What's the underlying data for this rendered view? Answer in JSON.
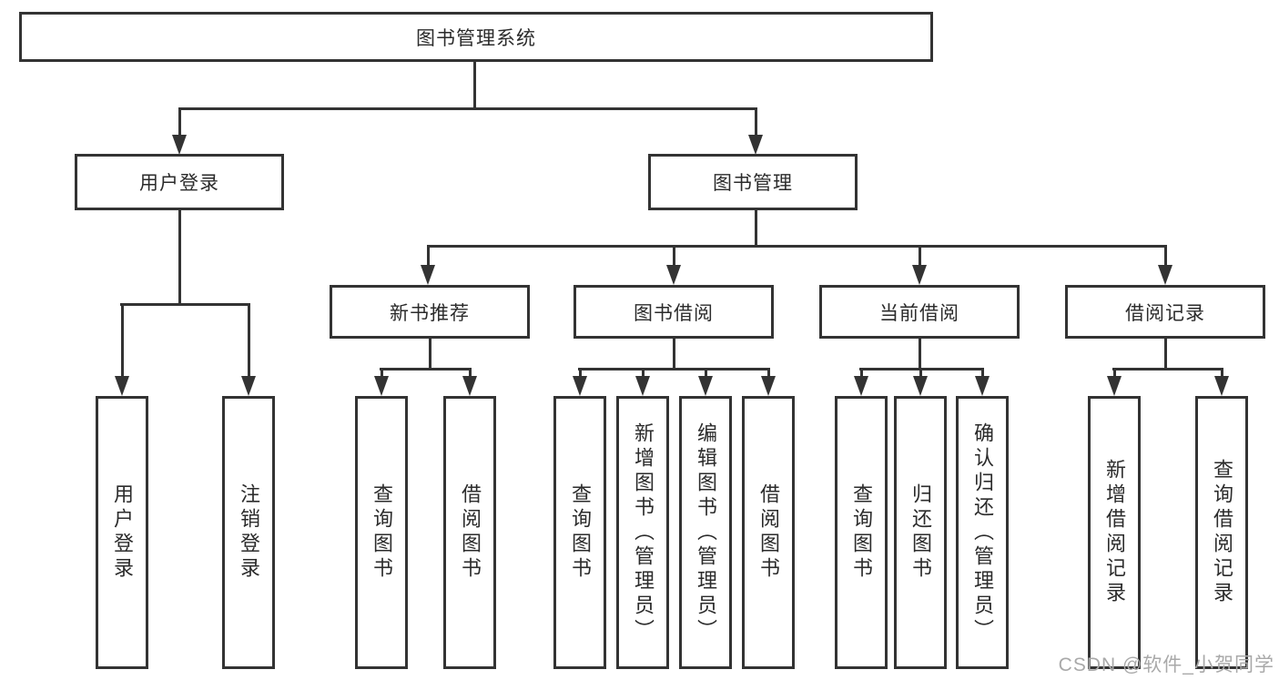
{
  "diagram_type": "hierarchy-tree",
  "tree": {
    "root": {
      "label": "图书管理系统",
      "children": [
        {
          "label": "用户登录",
          "children": [
            {
              "label": "用户登录"
            },
            {
              "label": "注销登录"
            }
          ]
        },
        {
          "label": "图书管理",
          "children": [
            {
              "label": "新书推荐",
              "children": [
                {
                  "label": "查询图书"
                },
                {
                  "label": "借阅图书"
                }
              ]
            },
            {
              "label": "图书借阅",
              "children": [
                {
                  "label": "查询图书"
                },
                {
                  "label": "新增图书（管理员）"
                },
                {
                  "label": "编辑图书（管理员）"
                },
                {
                  "label": "借阅图书"
                }
              ]
            },
            {
              "label": "当前借阅",
              "children": [
                {
                  "label": "查询图书"
                },
                {
                  "label": "归还图书"
                },
                {
                  "label": "确认归还（管理员）"
                }
              ]
            },
            {
              "label": "借阅记录",
              "children": [
                {
                  "label": "新增借阅记录"
                },
                {
                  "label": "查询借阅记录"
                }
              ]
            }
          ]
        }
      ]
    }
  },
  "watermark": {
    "text": "CSDN @软件_小贺同学"
  },
  "colors": {
    "line": "#333333",
    "text": "#2b2b2b",
    "watermark": "#a9a9a9",
    "background": "#ffffff"
  }
}
